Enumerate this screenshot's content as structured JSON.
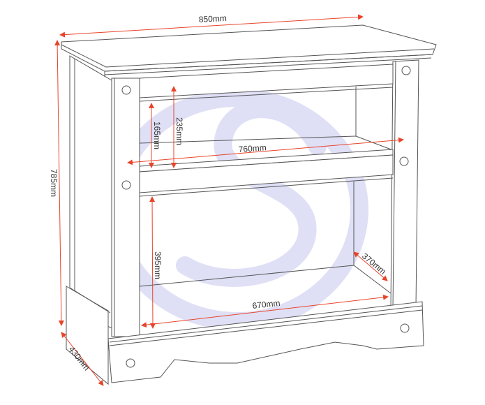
{
  "diagram": {
    "subject": "TV unit with shelf and open compartment - dimension drawing",
    "dimension_color": "#e8442a",
    "line_color": "#555555",
    "watermark_color": "#dfe0f6",
    "watermark_icon": "s-logo-watermark",
    "dimensions": {
      "overall_width": "850mm",
      "overall_height": "785mm",
      "overall_depth": "430mm",
      "inner_width": "760mm",
      "top_compartment_height": "235mm",
      "shelf_gap_height": "165mm",
      "bottom_compartment_height": "395mm",
      "bottom_compartment_width": "670mm",
      "inner_depth": "370mm"
    }
  }
}
